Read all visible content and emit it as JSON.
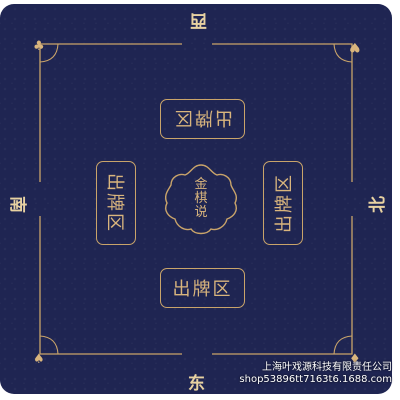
{
  "colors": {
    "mat": "#1f2552",
    "gold": "#c9a46a",
    "gold_text": "#d9b57d",
    "direction_text": "#e8d2a2"
  },
  "zones": {
    "top_label": "出牌区",
    "bottom_label": "出牌区",
    "left_label": "出牌区",
    "right_label": "出牌区"
  },
  "directions": {
    "west": "西",
    "east": "东",
    "south": "南",
    "north": "北"
  },
  "suits": {
    "club": "♣",
    "heart": "♥",
    "spade": "♠",
    "diamond": "♦"
  },
  "logo": {
    "line1": "金",
    "line2": "棋",
    "line3": "说"
  },
  "watermark": {
    "company": "上海叶戏源科技有限责任公司",
    "shop": "shop53896tt7163t6.1688.com"
  }
}
